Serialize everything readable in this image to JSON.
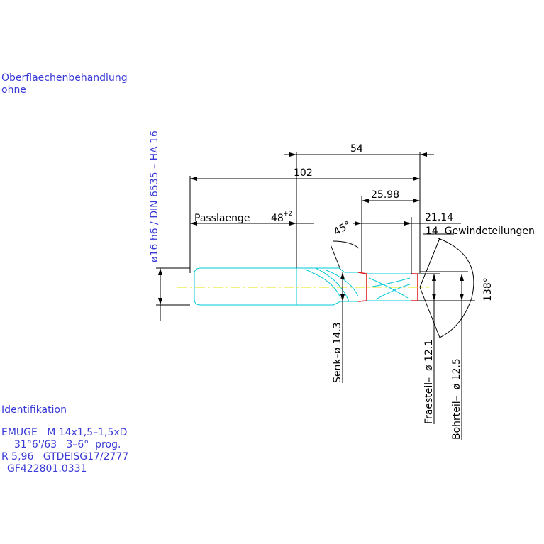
{
  "surface_treatment": {
    "label": "Oberflaechenbehandlung",
    "value": "ohne"
  },
  "shank_spec": "ø16 h6 / DIN 6535 – HA 16",
  "identification": {
    "heading": "Identifikation",
    "lines": [
      "EMUGE   M 14x1,5–1,5xD",
      "31°6'/63   3–6°  prog.",
      "R 5,96   GTDEISG17/2777",
      "GF422801.0331"
    ]
  },
  "dimensions": {
    "d54": "54",
    "d102": "102",
    "d2598": "25.98",
    "d2114": "21.14",
    "passlaenge_label": "Passlaenge",
    "passlaenge_value": "48",
    "passlaenge_tol": "+2",
    "angle45": "45°",
    "angle138": "138°",
    "thread_pitches": "14  Gewindeteilungen",
    "senk": "Senk–ø 14.3",
    "fraesteil": "Fraesteil–  ø 12.1",
    "bohrteil": "Bohrteil–  ø 12.5"
  },
  "colors": {
    "text_blue": "#3a3ad6",
    "outline_cyan": "#00c8d8",
    "centerline_yellow": "#e6e600",
    "cutting_red": "#e02020",
    "dim_black": "#000000"
  }
}
